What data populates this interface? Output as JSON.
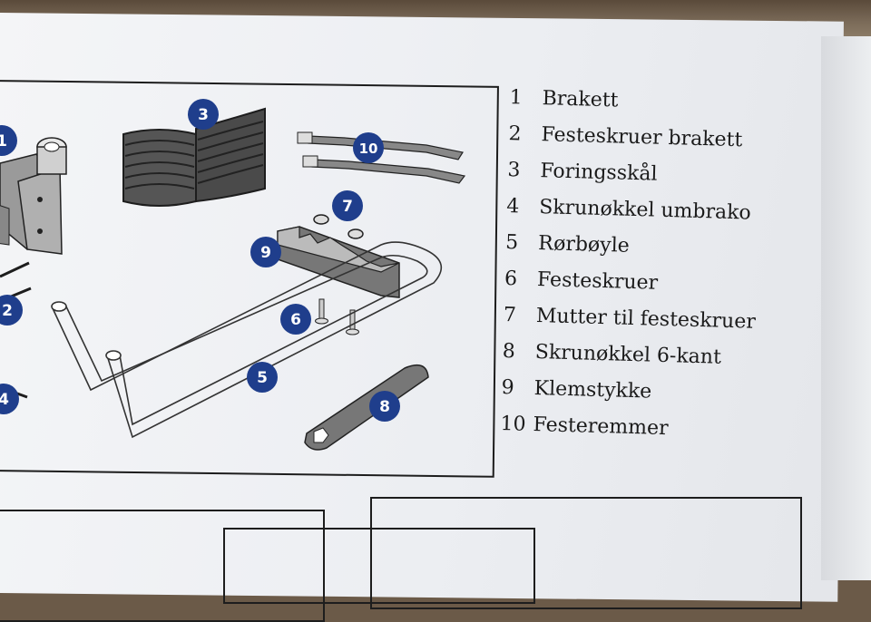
{
  "legend": [
    {
      "number": "1",
      "label": "Brakett"
    },
    {
      "number": "2",
      "label": "Festeskruer brakett"
    },
    {
      "number": "3",
      "label": "Foringsskål"
    },
    {
      "number": "4",
      "label": "Skrunøkkel umbrako"
    },
    {
      "number": "5",
      "label": "Rørbøyle"
    },
    {
      "number": "6",
      "label": "Festeskruer"
    },
    {
      "number": "7",
      "label": "Mutter til festeskruer"
    },
    {
      "number": "8",
      "label": "Skrunøkkel 6-kant"
    },
    {
      "number": "9",
      "label": "Klemstykke"
    },
    {
      "number": "10",
      "label": "Festeremmer"
    }
  ],
  "badges": {
    "b1": "1",
    "b2": "2",
    "b3": "3",
    "b4": "4",
    "b5": "5",
    "b6": "6",
    "b7": "7",
    "b8": "8",
    "b9": "9",
    "b10": "10"
  },
  "colors": {
    "badge": "#1f3e8c",
    "ink": "#1d1d1d",
    "paper": "#eef0f3"
  }
}
